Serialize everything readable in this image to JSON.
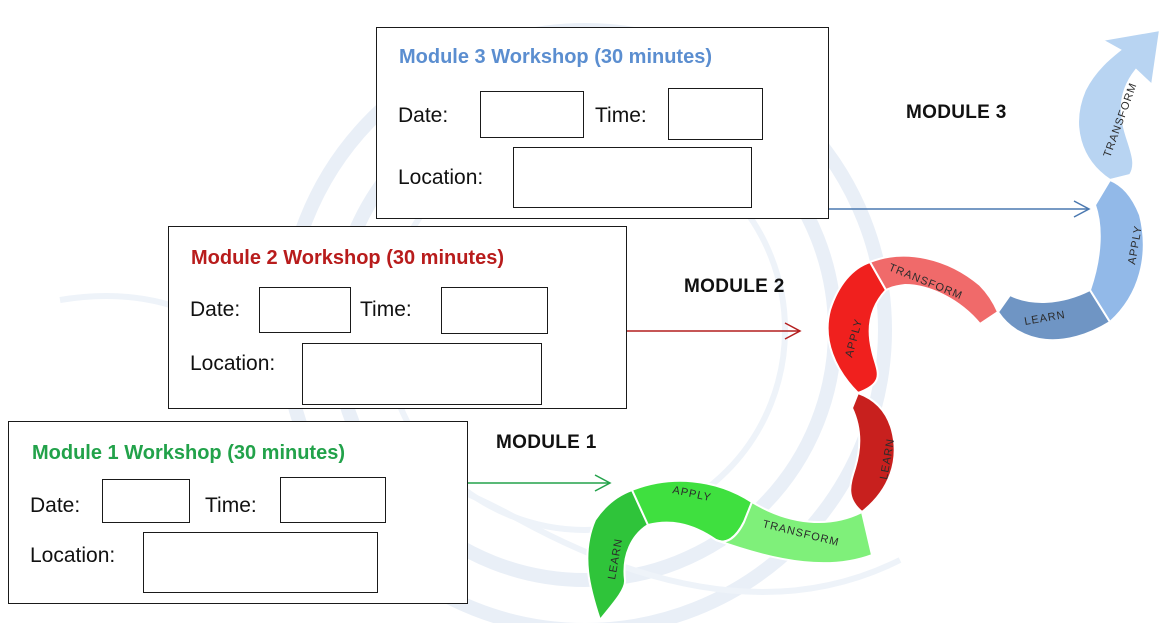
{
  "modules": [
    {
      "id": "module-3",
      "title": "Module 3 Workshop (30 minutes)",
      "title_color": "#5b8ed0",
      "date_label": "Date:",
      "time_label": "Time:",
      "location_label": "Location:",
      "arrow_label": "MODULE 3",
      "arrow_color": "#4a78b0",
      "date_value": "",
      "time_value": "",
      "location_value": ""
    },
    {
      "id": "module-2",
      "title": "Module 2 Workshop (30 minutes)",
      "title_color": "#b81c1c",
      "date_label": "Date:",
      "time_label": "Time:",
      "location_label": "Location:",
      "arrow_label": "MODULE 2",
      "arrow_color": "#b41e1e",
      "date_value": "",
      "time_value": "",
      "location_value": ""
    },
    {
      "id": "module-1",
      "title": "Module 1 Workshop (30 minutes)",
      "title_color": "#22a24a",
      "date_label": "Date:",
      "time_label": "Time:",
      "location_label": "Location:",
      "arrow_label": "MODULE 1",
      "arrow_color": "#22a24a",
      "date_value": "",
      "time_value": "",
      "location_value": ""
    }
  ],
  "stages": {
    "learn": "LEARN",
    "apply": "APPLY",
    "transform": "TRANSFORM"
  },
  "colors": {
    "stage1_learn": "#2fc43a",
    "stage1_apply": "#3fe03f",
    "stage1_transform": "#7ff07a",
    "stage2_learn": "#c8201e",
    "stage2_apply": "#f0201e",
    "stage2_transform": "#f06a6a",
    "stage3_learn": "#6f95c4",
    "stage3_apply": "#92b9e8",
    "stage3_transform": "#b8d4f2",
    "background_seal": "#e8eef6"
  }
}
